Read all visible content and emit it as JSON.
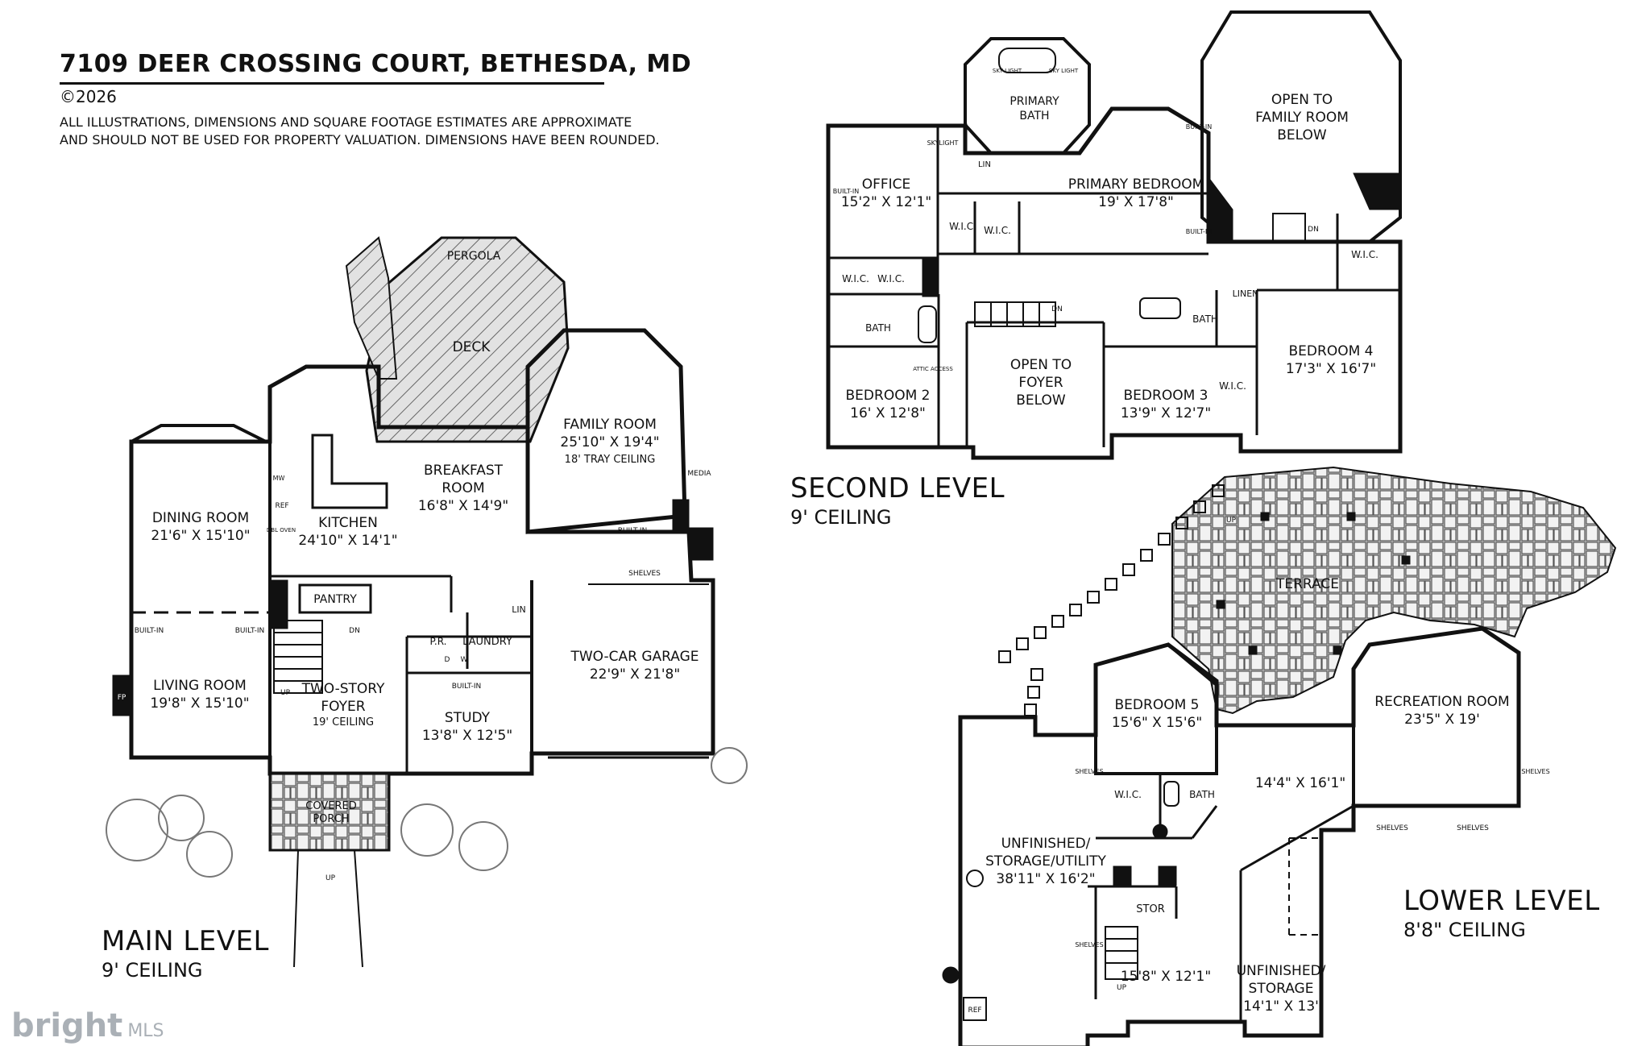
{
  "header": {
    "address": "7109 DEER CROSSING COURT, BETHESDA, MD",
    "copyright": "©2026",
    "disclaimer_line1": "ALL ILLUSTRATIONS, DIMENSIONS AND SQUARE FOOTAGE ESTIMATES ARE APPROXIMATE",
    "disclaimer_line2": "AND  SHOULD NOT BE USED FOR PROPERTY VALUATION. DIMENSIONS HAVE BEEN ROUNDED."
  },
  "levels": {
    "main": {
      "name": "MAIN LEVEL",
      "ceiling": "9' CEILING"
    },
    "second": {
      "name": "SECOND LEVEL",
      "ceiling": "9' CEILING"
    },
    "lower": {
      "name": "LOWER LEVEL",
      "ceiling": "8'8\" CEILING"
    }
  },
  "main_rooms": {
    "pergola": "PERGOLA",
    "deck": "DECK",
    "family_room": {
      "name": "FAMILY ROOM",
      "size": "25'10\" X 19'4\"",
      "note": "18' TRAY CEILING"
    },
    "breakfast": {
      "name1": "BREAKFAST",
      "name2": "ROOM",
      "size": "16'8\" X 14'9\""
    },
    "dining_room": {
      "name": "DINING ROOM",
      "size": "21'6\" X 15'10\""
    },
    "kitchen": {
      "name": "KITCHEN",
      "size": "24'10\" X 14'1\""
    },
    "pantry": "PANTRY",
    "living_room": {
      "name": "LIVING ROOM",
      "size": "19'8\" X 15'10\""
    },
    "foyer": {
      "name1": "TWO-STORY",
      "name2": "FOYER",
      "note": "19' CEILING"
    },
    "study": {
      "name": "STUDY",
      "size": "13'8\" X 12'5\""
    },
    "garage": {
      "name": "TWO-CAR GARAGE",
      "size": "22'9\" X 21'8\""
    },
    "porch": {
      "name1": "COVERED",
      "name2": "PORCH"
    },
    "pr": "P.R.",
    "laundry": "LAUNDRY",
    "lin": "LIN",
    "shelves": "SHELVES",
    "built_in": "BUILT-IN",
    "media": "MEDIA",
    "fp": "FP",
    "ref": "REF",
    "mw": "MW",
    "del_oven": "DBL OVEN",
    "up": "UP",
    "dn": "DN",
    "d": "D",
    "w": "W"
  },
  "second_rooms": {
    "primary_bath": {
      "name1": "PRIMARY",
      "name2": "BATH"
    },
    "open_family": {
      "l1": "OPEN TO",
      "l2": "FAMILY ROOM",
      "l3": "BELOW"
    },
    "office": {
      "name": "OFFICE",
      "size": "15'2\" X 12'1\""
    },
    "primary_bedroom": {
      "name": "PRIMARY BEDROOM",
      "size": "19' X 17'8\""
    },
    "wic": "W.I.C.",
    "lin": "LIN",
    "linen": "LINEN",
    "bath": "BATH",
    "skylight": "SKYLIGHT",
    "sky_light": "SKY LIGHT",
    "built_in": "BUILT-IN",
    "attic": "ATTIC ACCESS",
    "bedroom2": {
      "name": "BEDROOM 2",
      "size": "16' X 12'8\""
    },
    "open_foyer": {
      "l1": "OPEN TO",
      "l2": "FOYER",
      "l3": "BELOW"
    },
    "bedroom3": {
      "name": "BEDROOM 3",
      "size": "13'9\" X 12'7\""
    },
    "bedroom4": {
      "name": "BEDROOM 4",
      "size": "17'3\" X 16'7\""
    },
    "dn": "DN"
  },
  "lower_rooms": {
    "terrace": "TERRACE",
    "bedroom5": {
      "name": "BEDROOM 5",
      "size": "15'6\" X 15'6\""
    },
    "recreation": {
      "name": "RECREATION ROOM",
      "size": "23'5\" X 19'"
    },
    "mid_size": "14'4\" X 16'1\"",
    "wic": "W.I.C.",
    "bath": "BATH",
    "shelves": "SHELVES",
    "unfinished_utility": {
      "l1": "UNFINISHED/",
      "l2": "STORAGE/UTILITY",
      "size": "38'11\" X 16'2\""
    },
    "stor": "STOR",
    "lower_size": "15'8\" X 12'1\"",
    "unfinished_storage": {
      "l1": "UNFINISHED/",
      "l2": "STORAGE",
      "size": "14'1\" X 13'"
    },
    "ref": "REF",
    "up": "UP"
  },
  "branding": {
    "logo": "bright",
    "suffix": "MLS"
  }
}
